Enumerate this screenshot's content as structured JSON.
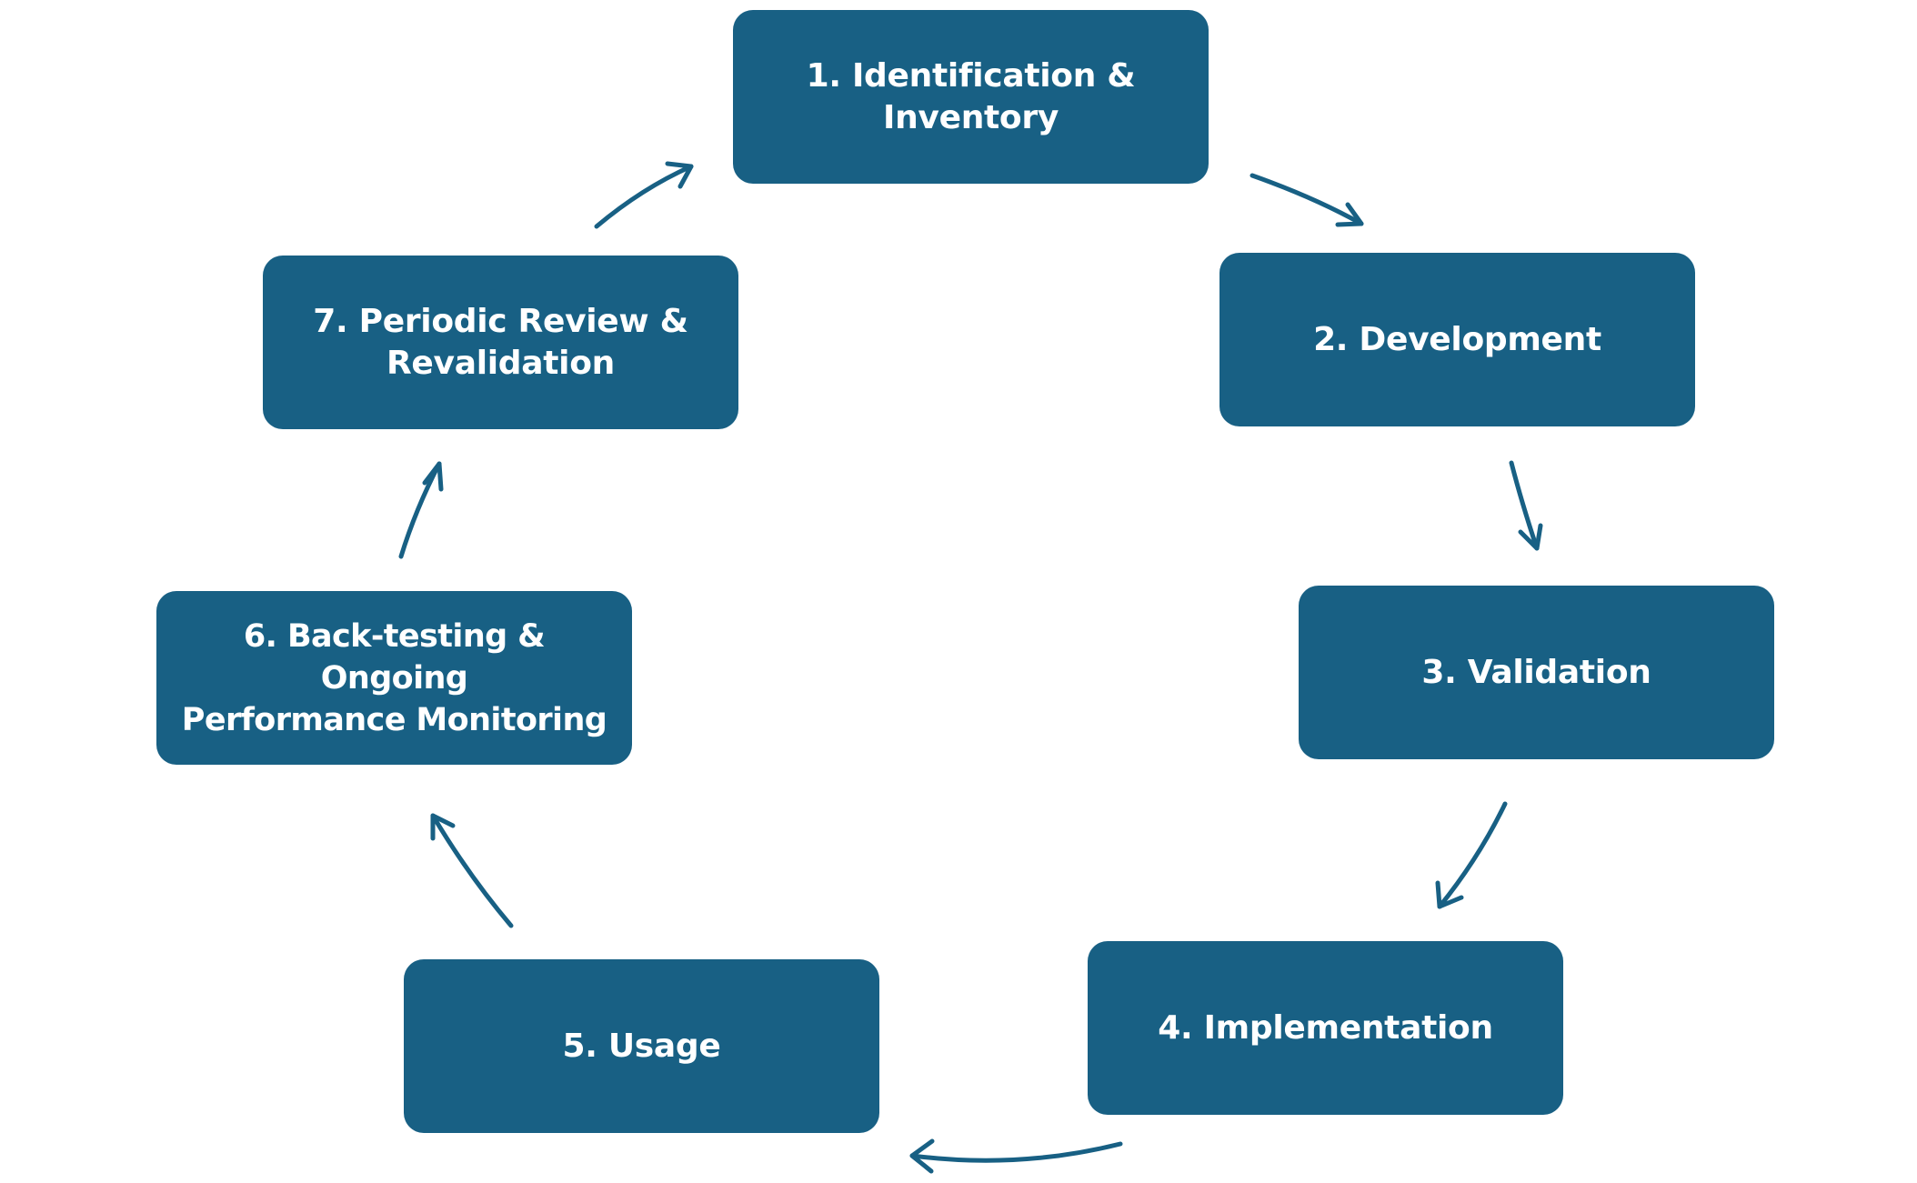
{
  "diagram": {
    "colors": {
      "box_fill": "#186084",
      "box_text": "#ffffff",
      "arrow": "#186084",
      "background": "#ffffff"
    },
    "steps": [
      {
        "label": "1. Identification &\nInventory"
      },
      {
        "label": "2. Development"
      },
      {
        "label": "3. Validation"
      },
      {
        "label": "4. Implementation"
      },
      {
        "label": "5. Usage"
      },
      {
        "label": "6. Back-testing & Ongoing\nPerformance Monitoring"
      },
      {
        "label": "7. Periodic Review &\nRevalidation"
      }
    ]
  }
}
